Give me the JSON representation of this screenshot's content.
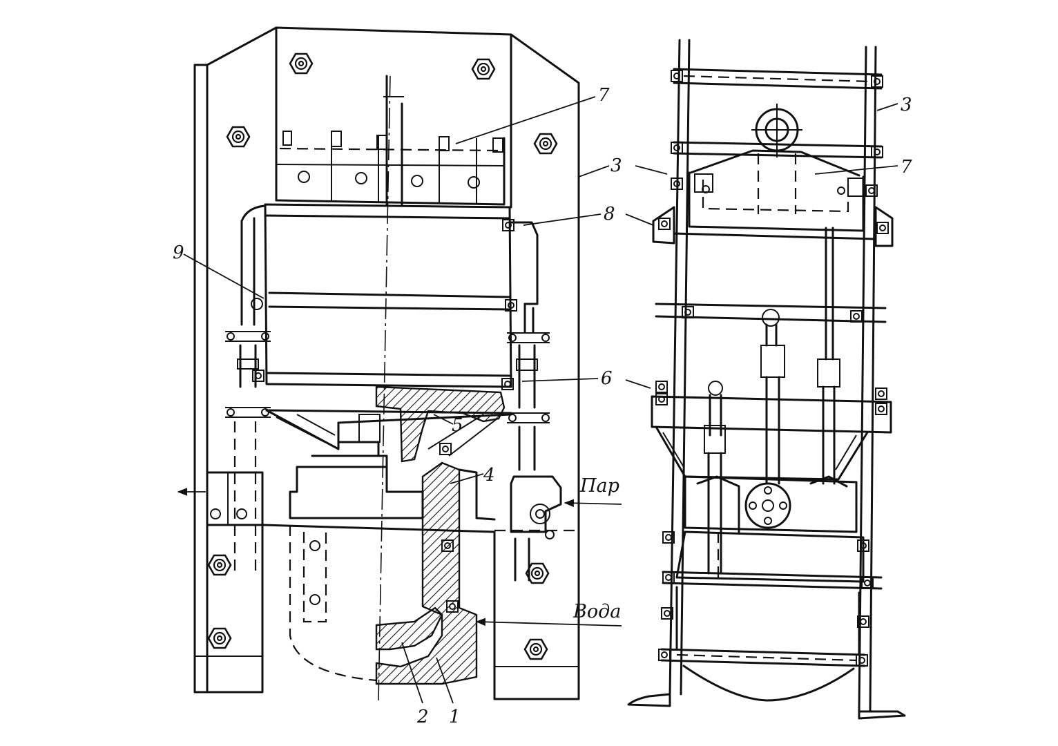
{
  "callouts": {
    "c7_left": "7",
    "c3_left": "3",
    "c8": "8",
    "c9": "9",
    "c6": "6",
    "c5": "5",
    "c4": "4",
    "c2": "2",
    "c1": "1",
    "c3_right": "3",
    "c7_right": "7"
  },
  "labels": {
    "steam": "Пар",
    "water": "Вода"
  }
}
